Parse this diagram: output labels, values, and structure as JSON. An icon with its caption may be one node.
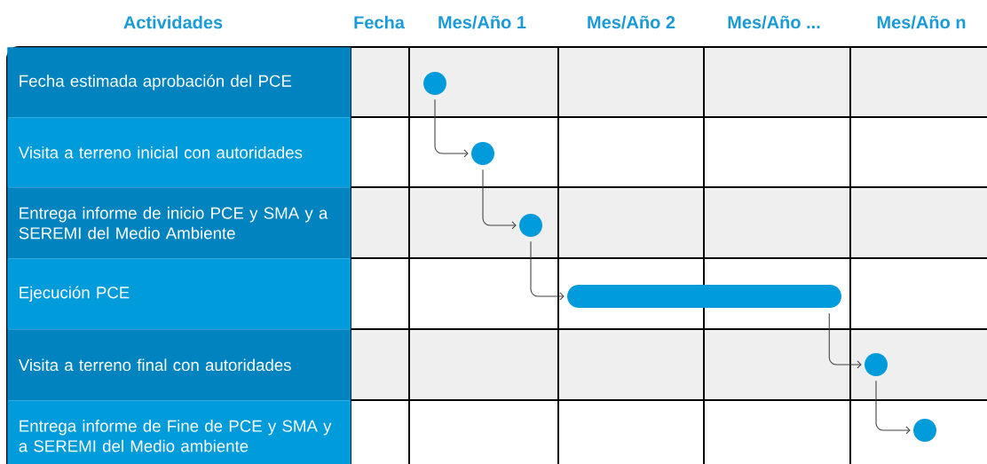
{
  "diagram": {
    "nodes": [
      {
        "text": [
          "Fecha estimada aprobación del PCE"
        ]
      },
      {
        "text": [
          "Visita a terreno inicial con autoridades"
        ]
      },
      {
        "text": [
          "Entrega informe de inicio PCE y SMA y a SEREMI del Medio Ambiente"
        ]
      },
      {
        "text": [
          "Ejecución PCE"
        ]
      },
      {
        "text": [
          "Visita a terreno final con autoridades"
        ]
      },
      {
        "text": [
          "Entrega informe de Fine de PCE y SMA y a SEREMI del Medio ambiente"
        ]
      },
      {
        "text": [],
        "shape": "circle"
      },
      {
        "text": [],
        "shape": "circle"
      },
      {
        "text": [],
        "shape": "circle"
      },
      {
        "text": [],
        "shape": "bar"
      },
      {
        "text": [],
        "shape": "circle"
      },
      {
        "text": [],
        "shape": "circle"
      }
    ],
    "edges": [
      {
        "from": 6,
        "to": 7,
        "arrow": "to"
      },
      {
        "from": 7,
        "to": 8,
        "arrow": "to"
      },
      {
        "from": 8,
        "to": 9,
        "arrow": "to"
      },
      {
        "from": 9,
        "to": 10,
        "arrow": "to"
      },
      {
        "from": 10,
        "to": 11,
        "arrow": "to"
      }
    ],
    "labels": [
      "Actividades",
      "Fecha",
      "Mes/Año 1",
      "Mes/Año 2",
      "Mes/Año ...",
      "Mes/Año n"
    ]
  }
}
